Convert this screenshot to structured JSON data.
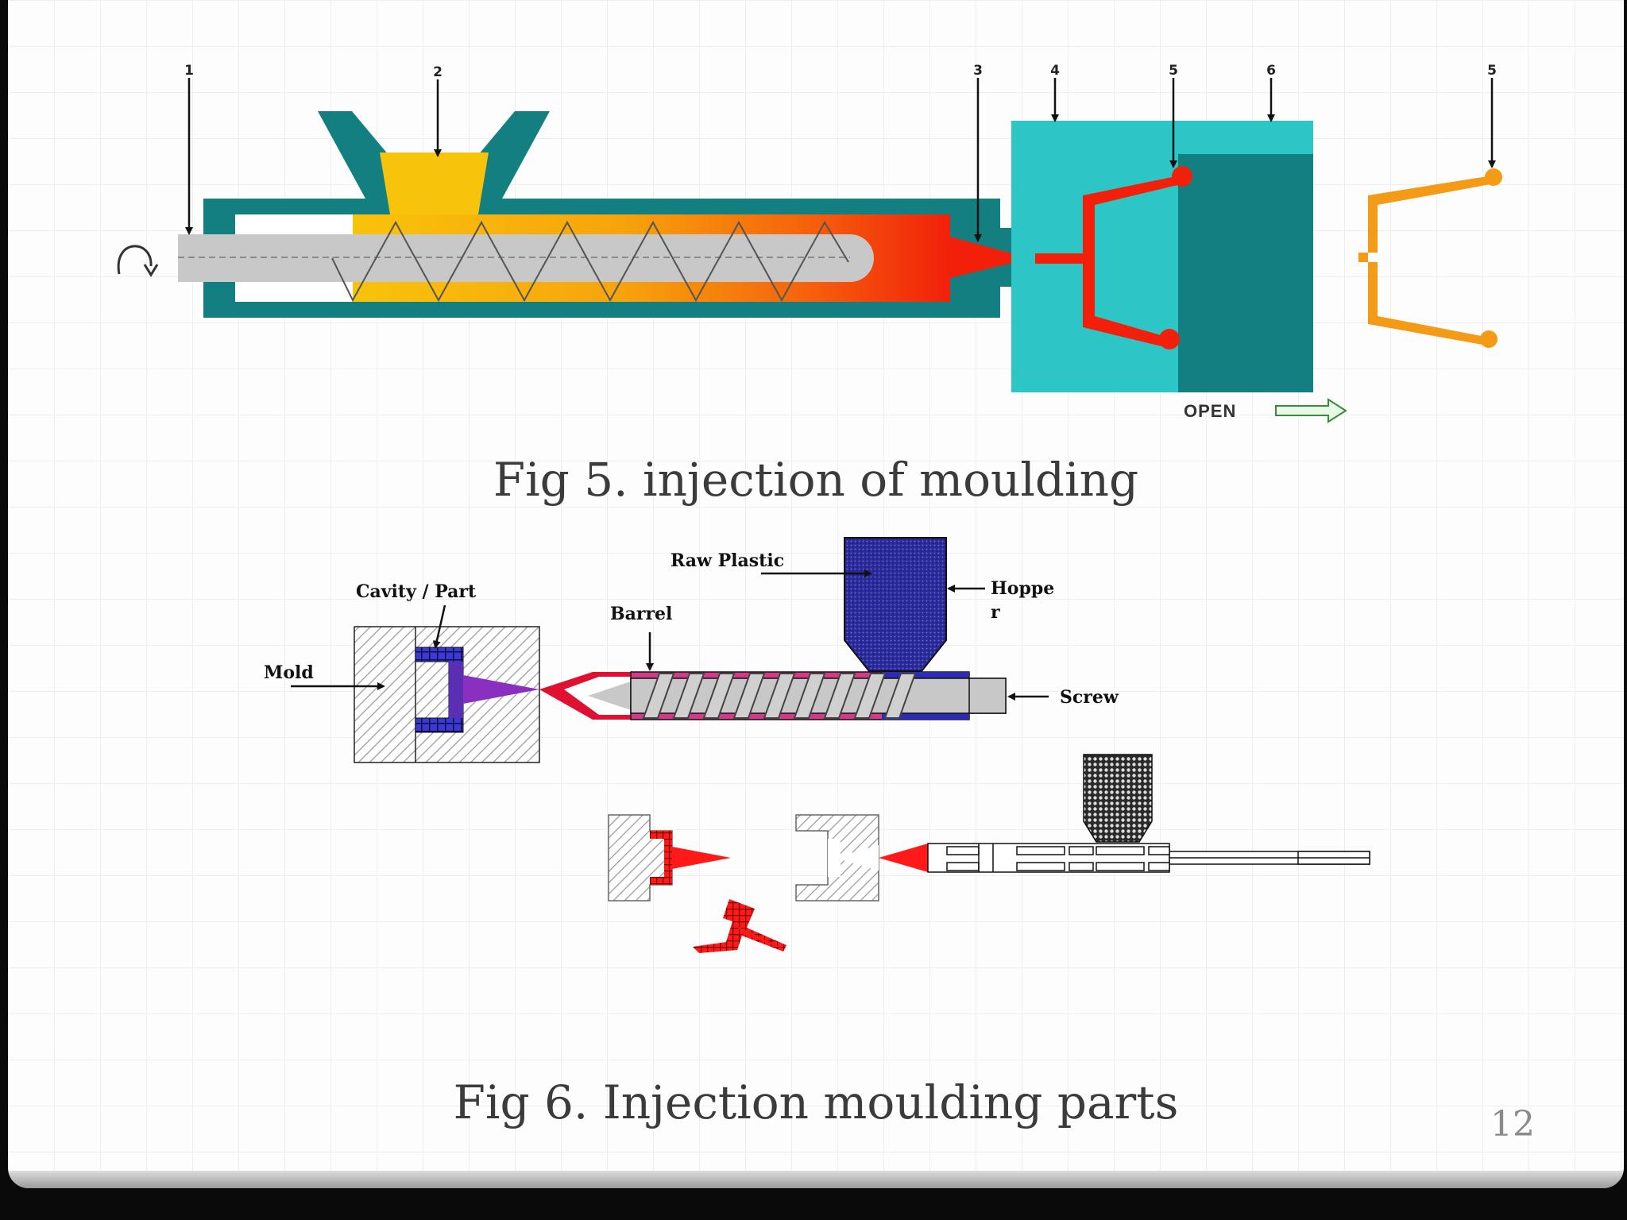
{
  "slide": {
    "page_number": "12",
    "fig5": {
      "caption": "Fig 5. injection of moulding",
      "numbers": [
        "1",
        "2",
        "3",
        "4",
        "5",
        "6",
        "5"
      ],
      "open_label": "OPEN"
    },
    "fig6": {
      "caption": "Fig 6. Injection moulding parts",
      "labels": {
        "raw_plastic": "Raw Plastic",
        "cavity_part": "Cavity / Part",
        "barrel": "Barrel",
        "hopper_1": "Hoppe",
        "hopper_2": "r",
        "mold": "Mold",
        "screw": "Screw"
      }
    },
    "colors": {
      "barrel_teal": "#137f80",
      "mold_cyan": "#2cc6c6",
      "hopper_yellow": "#f7c20a",
      "melt_red": "#f2200a",
      "part_orange": "#f39a17",
      "screw_gray": "#c8c8c8",
      "plastic_blue": "#2b2b9c"
    }
  }
}
